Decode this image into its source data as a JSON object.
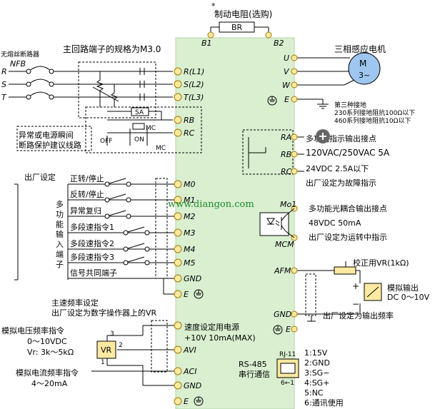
{
  "top": {
    "star": "*",
    "brake_title": "制动电阻(选购)",
    "br": "BR",
    "b1": "B1",
    "b2": "B2"
  },
  "main_circuit": {
    "title": "主回路端子的规格为M3.0",
    "nfb_title": "无熔丝断路器",
    "nfb": "NFB",
    "r": "R",
    "s": "S",
    "t": "T"
  },
  "inputs": {
    "rl1": "R(L1)",
    "sl2": "S(L2)",
    "tl3": "T(L3)"
  },
  "relay_box": {
    "sa": "SA",
    "mc1": "MC",
    "off": "OFF",
    "on": "ON",
    "mc2": "MC",
    "rb": "RB",
    "rc": "RC"
  },
  "protect_note": {
    "line1": "异常或电源瞬间",
    "line2": "断路保护建议线路"
  },
  "motor": {
    "title": "三相感应电机",
    "m": "M",
    "phase": "3~",
    "u": "U",
    "v": "V",
    "w": "W",
    "e": "E"
  },
  "ground_note": {
    "line1": "第三种接地",
    "line2": "230系列接地阻抗100Ω以下",
    "line3": "460系列接地阻抗10Ω以下"
  },
  "relay_out": {
    "ra": "RA",
    "rb": "RB",
    "rc": "RC",
    "line1": "多功能指示输出接点",
    "line2": "120VAC/250VAC 5A",
    "line3": "24VDC 2.5A以下",
    "line4": "出厂设定为故障指示"
  },
  "digital_in": {
    "factory": "出厂设定",
    "side_label": [
      "多",
      "功",
      "能",
      "输",
      "入",
      "端",
      "子"
    ],
    "items": [
      "正转/停止",
      "反转/停止",
      "异常复归",
      "多段速指令1",
      "多段速指令2",
      "多段速指令3",
      "信号共同端子"
    ],
    "terminals": [
      "M0",
      "M1",
      "M2",
      "M3",
      "M4",
      "M5",
      "GND"
    ],
    "e": "E"
  },
  "watermark": "www.diangon.com",
  "optocoupler": {
    "mo1": "Mo1",
    "mcm": "MCM",
    "line1": "多功能光耦合输出接点",
    "line2": "48VDC 50mA",
    "line3": "出厂设定为运转中指示"
  },
  "analog_out": {
    "afm": "AFM",
    "gnd": "GND",
    "e": "E",
    "vr_label": "校正用VR(1kΩ)",
    "meter1": "模拟输出",
    "meter2": "DC 0～10V",
    "plus": "+",
    "minus": "−",
    "note": "出厂设定为输出频率"
  },
  "freq_set": {
    "line1": "主速频率设定",
    "line2": "出厂设定为数字操作器上的VR"
  },
  "analog_in": {
    "v_line1": "模拟电压频率指令",
    "v_line2": "0～10VDC",
    "v_line3": "Vr: 3k～5kΩ",
    "vr": "VR",
    "n3": "3",
    "n2": "2",
    "n1": "1",
    "i_line1": "模拟电流频率指令",
    "i_line2": "4～20mA",
    "supply1": "速度设定用电源",
    "supply2": "+10V 10mA(MAX)",
    "terms": [
      "+10V",
      "AVI",
      "ACI",
      "GND",
      "E"
    ]
  },
  "rs485": {
    "title1": "RS-485",
    "title2": "串行通信",
    "rj": "RJ-11",
    "pins": "6←1",
    "list": [
      "1:15V",
      "2:GND",
      "3:SG−",
      "4:SG+",
      "5:NC",
      "6:通讯使用"
    ]
  },
  "colors": {
    "panel": "#d9efd0",
    "terminal_fill": "#fde9a0",
    "terminal_stroke": "#a07a00",
    "motor": "#9ec6ee"
  }
}
